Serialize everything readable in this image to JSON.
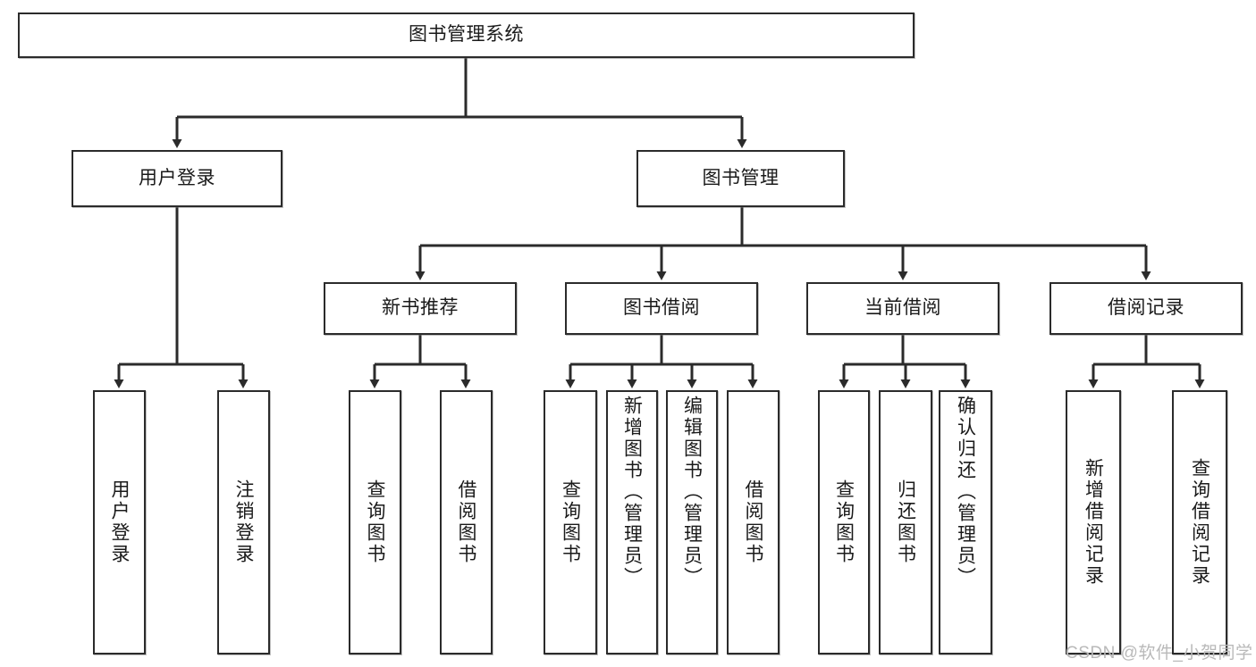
{
  "diagram": {
    "type": "tree-hierarchy-chart",
    "title": "图书管理系统",
    "watermark": "CSDN @软件_小贺同学",
    "colors": {
      "box_border": "#2b2b2b",
      "box_fill": "#ffffff",
      "connector": "#2b2b2b",
      "text": "#1a1a1a",
      "watermark": "#b9b9b9",
      "background": "#ffffff"
    },
    "nodes": {
      "root": {
        "label": "图书管理系统",
        "level": 0
      },
      "l1": [
        {
          "id": "user-login",
          "label": "用户登录"
        },
        {
          "id": "book-manage",
          "label": "图书管理"
        }
      ],
      "l2": [
        {
          "id": "new-book-recommend",
          "label": "新书推荐",
          "parent": "book-manage"
        },
        {
          "id": "book-borrow",
          "label": "图书借阅",
          "parent": "book-manage"
        },
        {
          "id": "current-borrow",
          "label": "当前借阅",
          "parent": "book-manage"
        },
        {
          "id": "borrow-record",
          "label": "借阅记录",
          "parent": "book-manage"
        }
      ],
      "leaves": {
        "user-login": [
          {
            "id": "leaf-user-login",
            "label": "用户登录"
          },
          {
            "id": "leaf-logout-login",
            "label": "注销登录"
          }
        ],
        "new-book-recommend": [
          {
            "id": "leaf-query-book-1",
            "label": "查询图书"
          },
          {
            "id": "leaf-borrow-book-1",
            "label": "借阅图书"
          }
        ],
        "book-borrow": [
          {
            "id": "leaf-query-book-2",
            "label": "查询图书"
          },
          {
            "id": "leaf-add-book",
            "label": "新增图书（管理员）"
          },
          {
            "id": "leaf-edit-book",
            "label": "编辑图书（管理员）"
          },
          {
            "id": "leaf-borrow-book-2",
            "label": "借阅图书"
          }
        ],
        "current-borrow": [
          {
            "id": "leaf-query-book-3",
            "label": "查询图书"
          },
          {
            "id": "leaf-return-book",
            "label": "归还图书"
          },
          {
            "id": "leaf-confirm-return",
            "label": "确认归还（管理员）"
          }
        ],
        "borrow-record": [
          {
            "id": "leaf-add-record",
            "label": "新增借阅记录"
          },
          {
            "id": "leaf-query-record",
            "label": "查询借阅记录"
          }
        ]
      }
    }
  }
}
